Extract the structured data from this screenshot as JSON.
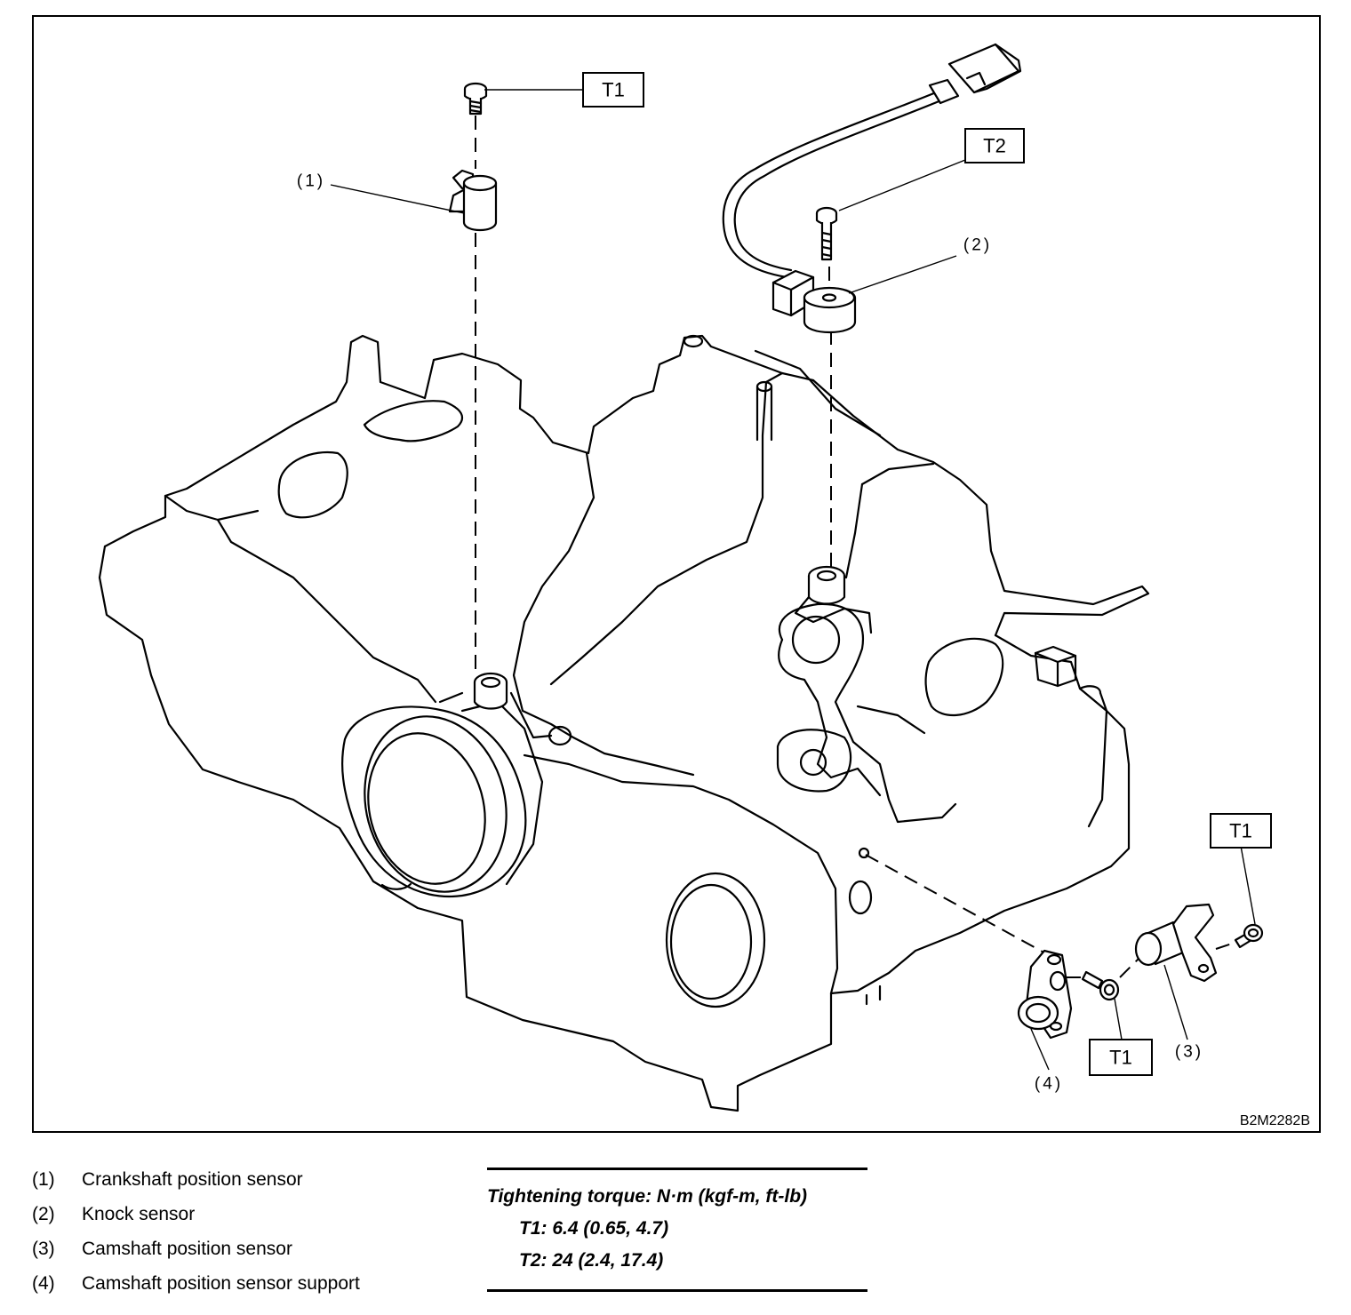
{
  "diagram": {
    "image_code": "B2M2282B",
    "callouts": {
      "top_bolt": "T1",
      "knock_bolt": "T2",
      "right_bolt": "T1",
      "support_bolt": "T1"
    },
    "part_numbers": {
      "p1": "(1)",
      "p2": "(2)",
      "p3": "(3)",
      "p4": "(4)"
    }
  },
  "legend": [
    {
      "num": "(1)",
      "text": "Crankshaft position sensor"
    },
    {
      "num": "(2)",
      "text": "Knock sensor"
    },
    {
      "num": "(3)",
      "text": "Camshaft position sensor"
    },
    {
      "num": "(4)",
      "text": "Camshaft position sensor support"
    }
  ],
  "torque": {
    "heading": "Tightening torque: N·m (kgf-m, ft-lb)",
    "t1": "T1: 6.4 (0.65, 4.7)",
    "t2": "T2: 24 (2.4, 17.4)"
  }
}
